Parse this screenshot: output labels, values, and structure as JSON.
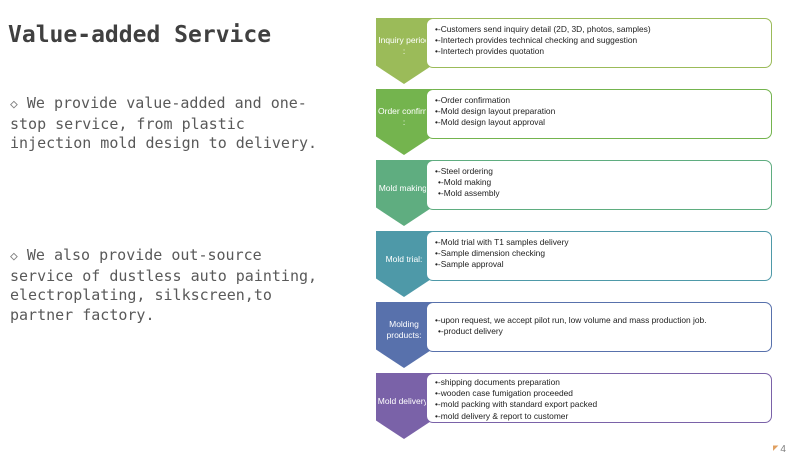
{
  "title": "Value-added Service",
  "paragraphs": [
    {
      "bullet": "◇",
      "text": "We provide value-added and one-stop service, from plastic injection mold design to delivery."
    },
    {
      "bullet": "◇",
      "text": "We also provide out-source service of dustless auto painting, electroplating, silkscreen,to partner factory."
    }
  ],
  "steps": [
    {
      "label": "Inquiry period :",
      "color": "#9bbb59",
      "items": [
        "•-Customers send inquiry detail (2D, 3D, photos, samples)",
        "•-Intertech provides technical checking and suggestion",
        "•-Intertech provides quotation"
      ]
    },
    {
      "label": "Order confirm :",
      "color": "#74b44e",
      "items": [
        "•-Order confirmation",
        "•-Mold design layout preparation",
        "•-Mold design layout approval"
      ]
    },
    {
      "label": "Mold making:",
      "color": "#5fad80",
      "items": [
        "•-Steel ordering",
        " •-Mold making",
        " •-Mold assembly"
      ]
    },
    {
      "label": "Mold trial:",
      "color": "#4e99a8",
      "items": [
        "•-Mold trial with T1 samples delivery",
        "•-Sample dimension checking",
        "•-Sample approval"
      ]
    },
    {
      "label": "Molding products:",
      "color": "#5871ac",
      "items": [
        "•-upon request, we accept pilot run, low volume and mass production job.",
        " •-product delivery"
      ]
    },
    {
      "label": "Mold delivery:",
      "color": "#7a62a8",
      "items": [
        "•-shipping documents preparation",
        "•-wooden case fumigation proceeded",
        "•-mold packing with standard export packed",
        "•-mold delivery & report to customer"
      ]
    }
  ],
  "page_number": "4"
}
